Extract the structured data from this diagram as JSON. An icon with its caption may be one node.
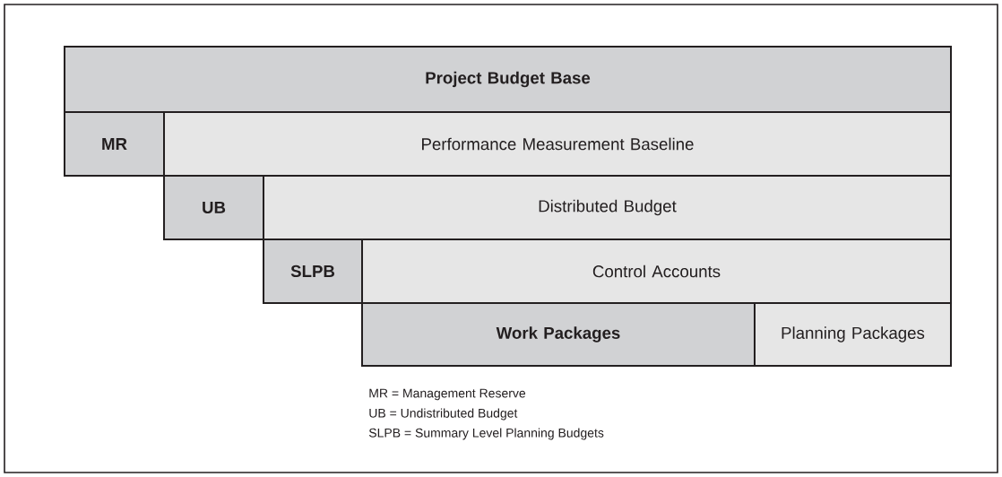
{
  "diagram": {
    "nodes": [
      {
        "text": [
          "Project Budget Base"
        ]
      },
      {
        "text": [
          "MR"
        ]
      },
      {
        "text": [
          "Performance Measurement Baseline"
        ]
      },
      {
        "text": [
          "UB"
        ]
      },
      {
        "text": [
          "Distributed Budget"
        ]
      },
      {
        "text": [
          "SLPB"
        ]
      },
      {
        "text": [
          "Control Accounts"
        ]
      },
      {
        "text": [
          "Work Packages"
        ]
      },
      {
        "text": [
          "Planning Packages"
        ]
      }
    ],
    "labels": [
      "MR = Management Reserve",
      "UB = Undistributed Budget",
      "SLPB = Summary Level Planning Budgets"
    ]
  }
}
